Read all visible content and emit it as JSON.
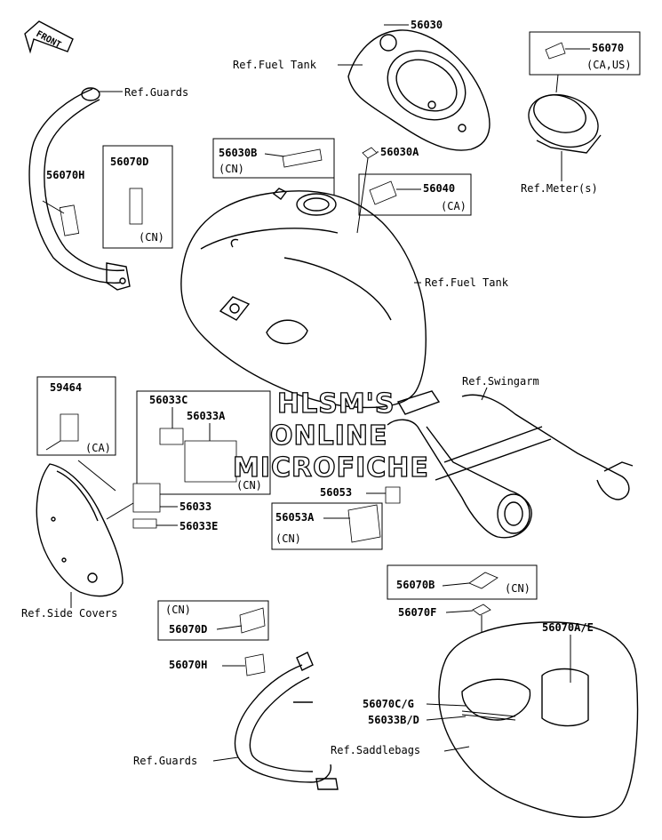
{
  "labels": {
    "front": "FRONT",
    "ref_guards_top": "Ref.Guards",
    "ref_fuel_tank_top": "Ref.Fuel Tank",
    "ref_fuel_tank_mid": "Ref.Fuel Tank",
    "ref_meters": "Ref.Meter(s)",
    "ref_swingarm": "Ref.Swingarm",
    "ref_side_covers": "Ref.Side Covers",
    "ref_guards_bottom": "Ref.Guards",
    "ref_saddlebags": "Ref.Saddlebags"
  },
  "parts": {
    "p56030": "56030",
    "p56070": "56070",
    "p56070_note": "(CA,US)",
    "p56030B": "56030B",
    "p56030B_note": "(CN)",
    "p56030A": "56030A",
    "p56040": "56040",
    "p56040_note": "(CA)",
    "p56070H_top": "56070H",
    "p56070D_top": "56070D",
    "p56070D_top_note": "(CN)",
    "p59464": "59464",
    "p59464_note": "(CA)",
    "p56033C": "56033C",
    "p56033A": "56033A",
    "p56033A_note": "(CN)",
    "p56033": "56033",
    "p56033E": "56033E",
    "p56053": "56053",
    "p56053A": "56053A",
    "p56053A_note": "(CN)",
    "p56070B": "56070B",
    "p56070B_note": "(CN)",
    "p56070F": "56070F",
    "p56070AE": "56070A/E",
    "p56070CG": "56070C/G",
    "p56033BD": "56033B/D",
    "p56070D_bot_note": "(CN)",
    "p56070D_bot": "56070D",
    "p56070H_bot": "56070H"
  },
  "watermark": {
    "line1": "HLSM'S",
    "line2": "ONLINE",
    "line3": "MICROFICHE"
  }
}
